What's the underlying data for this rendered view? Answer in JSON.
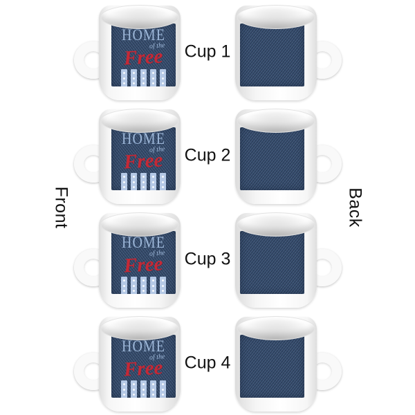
{
  "page": {
    "background": "#ffffff"
  },
  "side_labels": {
    "front": "Front",
    "back": "Back"
  },
  "rows": [
    {
      "label": "Cup 1"
    },
    {
      "label": "Cup 2"
    },
    {
      "label": "Cup 3"
    },
    {
      "label": "Cup 4"
    }
  ],
  "design": {
    "line1": "HOME",
    "line2": "of the",
    "line3": "Free",
    "flag": {
      "stripes": 5,
      "dots_per_stripe": 3
    },
    "colors": {
      "panel_navy": "#3b5273",
      "weave_dark": "#1b2b43",
      "text_light_blue": "#9db7d8",
      "text_red": "#c52936",
      "stripe_blue": "#b5c9e6",
      "dot_white": "#f6f9fd",
      "label_text": "#111111",
      "mug_white": "#ffffff"
    }
  }
}
